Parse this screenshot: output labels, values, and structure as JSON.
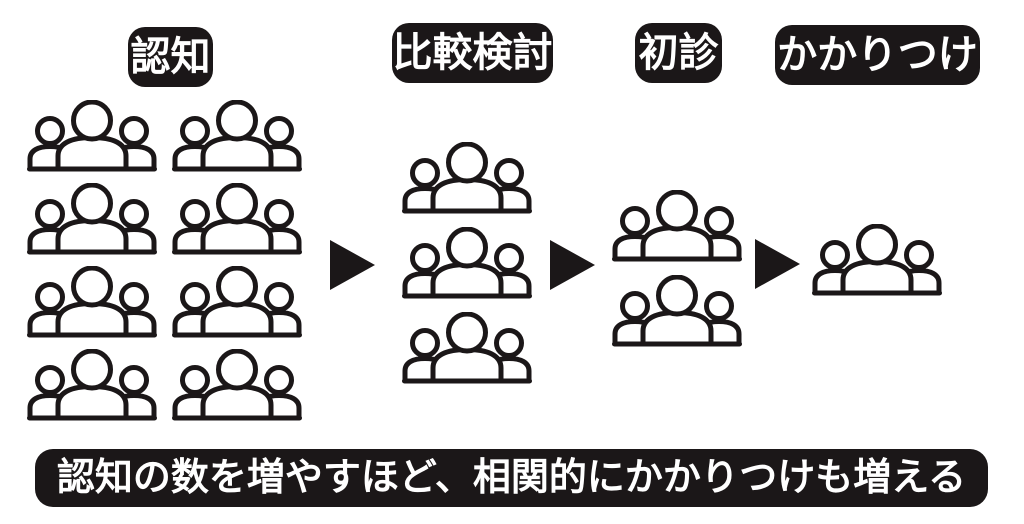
{
  "diagram": {
    "type": "funnel",
    "stages": [
      {
        "id": "awareness",
        "label": "認知",
        "count": 8
      },
      {
        "id": "comparison",
        "label": "比較検討",
        "count": 3
      },
      {
        "id": "firstvisit",
        "label": "初診",
        "count": 2
      },
      {
        "id": "regular",
        "label": "かかりつけ",
        "count": 1
      }
    ],
    "arrows": {
      "count": 3,
      "icon": "right-arrow-icon"
    },
    "unit_icon": "people-group-icon"
  },
  "banner": {
    "text": "認知の数を増やすほど、相関的にかかりつけも増える"
  },
  "colors": {
    "foreground": "#1b1718",
    "background": "#ffffff",
    "label_text": "#ffffff"
  }
}
